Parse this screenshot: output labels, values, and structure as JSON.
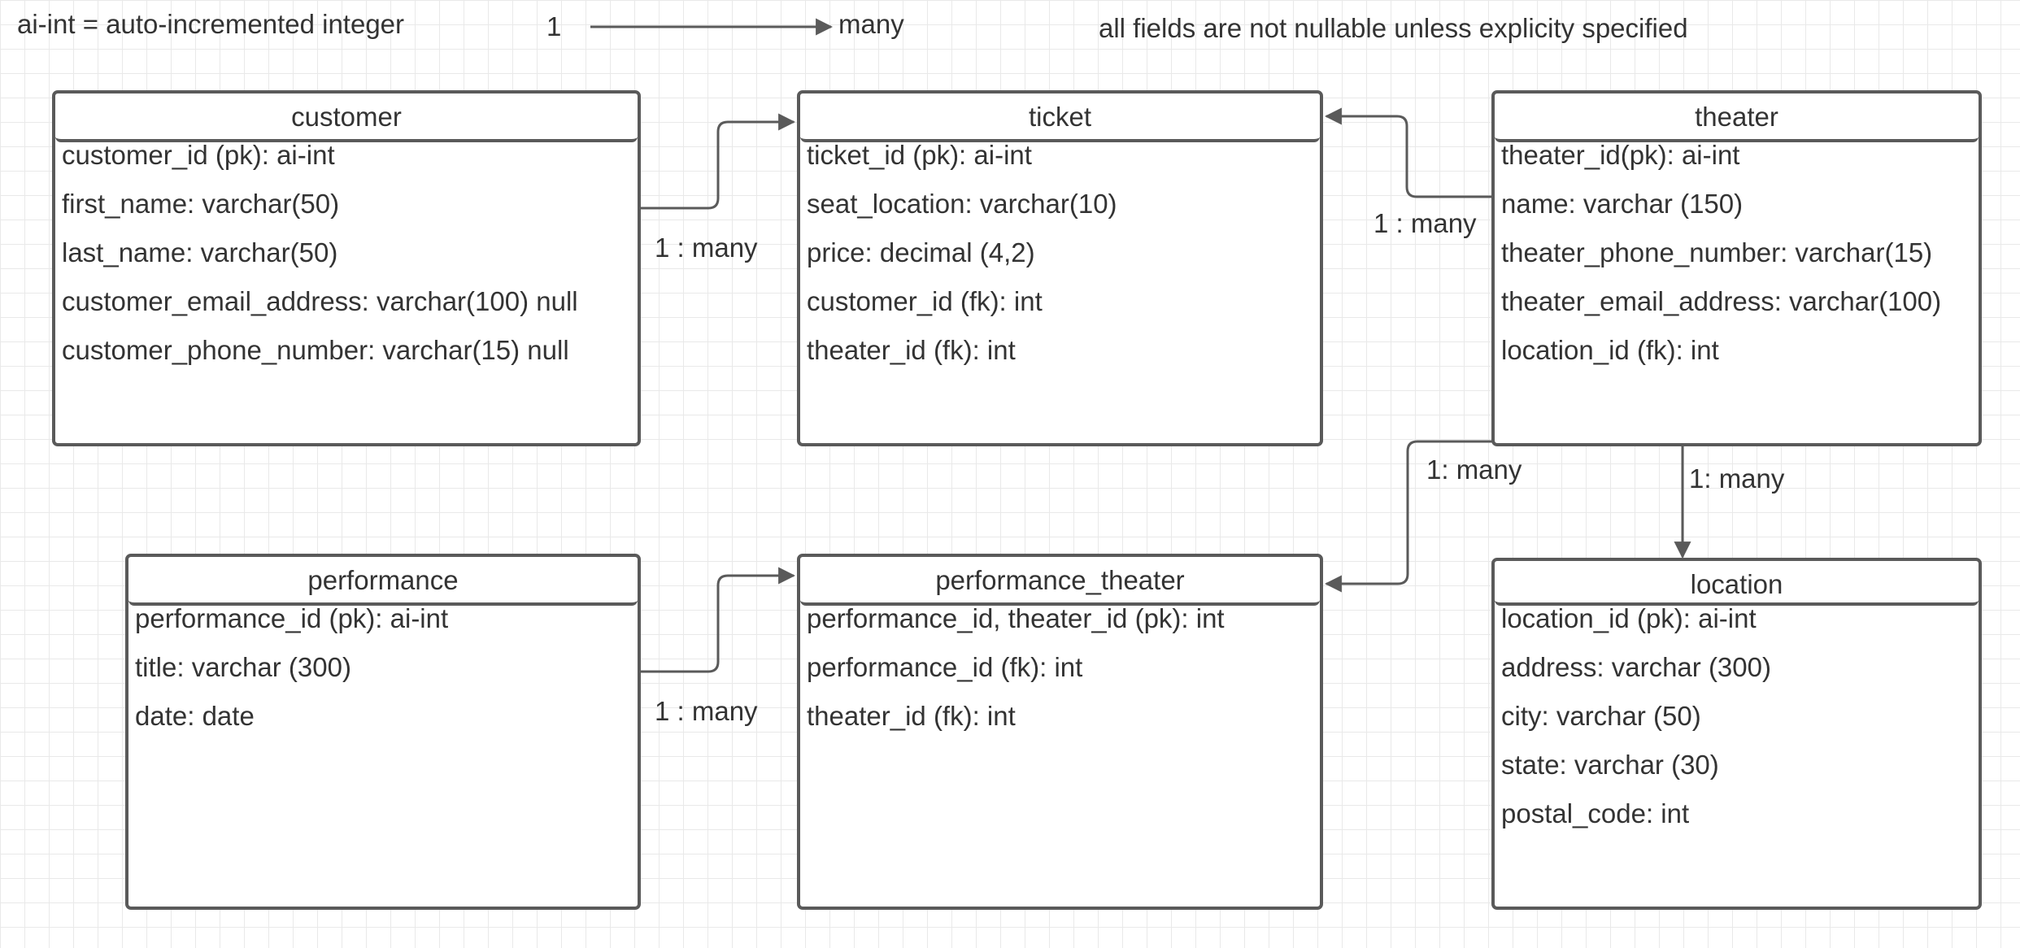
{
  "legend": {
    "ai_int_note": "ai-int = auto-incremented integer",
    "one_label": "1",
    "many_label": "many",
    "nullable_note": "all fields are not nullable unless explicity specified"
  },
  "tables": {
    "customer": {
      "title": "customer",
      "fields": [
        "customer_id (pk):  ai-int",
        "first_name: varchar(50)",
        "last_name: varchar(50)",
        "customer_email_address: varchar(100) null",
        "customer_phone_number: varchar(15) null"
      ]
    },
    "ticket": {
      "title": "ticket",
      "fields": [
        "ticket_id (pk): ai-int",
        "seat_location: varchar(10)",
        "price: decimal (4,2)",
        "customer_id (fk): int",
        "theater_id (fk): int"
      ]
    },
    "theater": {
      "title": "theater",
      "fields": [
        "theater_id(pk): ai-int",
        "name: varchar (150)",
        "theater_phone_number: varchar(15)",
        "theater_email_address: varchar(100)",
        "location_id (fk): int"
      ]
    },
    "performance": {
      "title": "performance",
      "fields": [
        "performance_id (pk): ai-int",
        "title: varchar (300)",
        "date: date"
      ]
    },
    "performance_theater": {
      "title": "performance_theater",
      "fields": [
        "performance_id, theater_id (pk): int",
        "performance_id (fk): int",
        "theater_id (fk): int"
      ]
    },
    "location": {
      "title": "location",
      "fields": [
        "location_id (pk): ai-int",
        "address: varchar (300)",
        "city: varchar (50)",
        "state: varchar (30)",
        "postal_code: int"
      ]
    }
  },
  "relationships": {
    "customer_ticket": "1 : many",
    "theater_ticket": "1 : many",
    "theater_performance_theater": "1: many",
    "theater_location": "1: many",
    "performance_performance_theater": "1 : many"
  },
  "colors": {
    "line": "#5a5a5a",
    "text": "#333333",
    "grid": "#e9e9e9"
  }
}
